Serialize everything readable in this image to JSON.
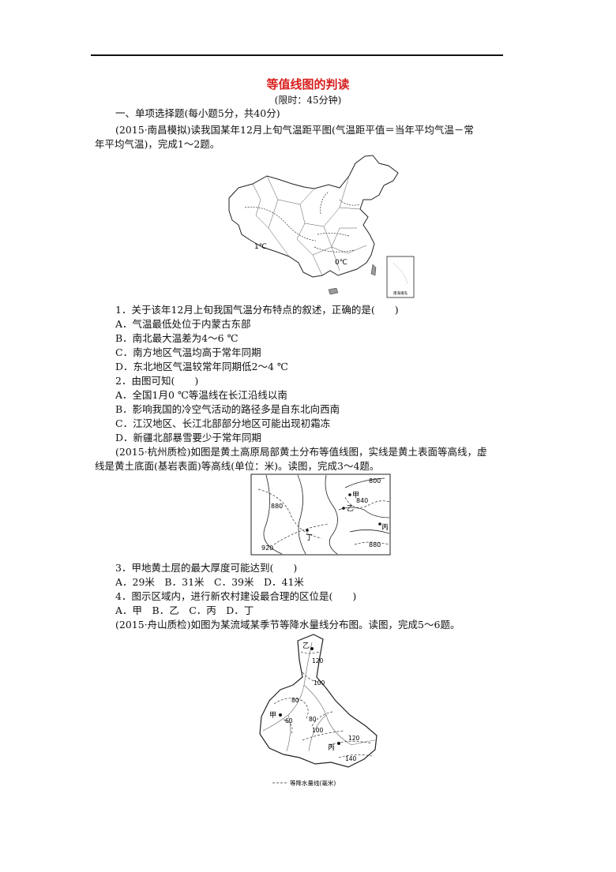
{
  "doc": {
    "title": "等值线图的判读",
    "subtitle": "(限时：45分钟)",
    "section": "一、单项选择题(每小题5分，共40分)"
  },
  "q12": {
    "intro_line1": "(2015·南昌模拟)读我国某年12月上旬气温距平图(气温距平值＝当年平均气温－常",
    "intro_line2": "年平均气温)，完成1～2题。",
    "map_labels": {
      "iso1": "1℃",
      "iso0": "0℃",
      "inset": "南海诸岛"
    },
    "q1": {
      "stem": "1．关于该年12月上旬我国气温分布特点的叙述，正确的是(　　)",
      "options": [
        "A．气温最低处位于内蒙古东部",
        "B．南北最大温差为4～6 ℃",
        "C．南方地区气温均高于常年同期",
        "D．东北地区气温较常年同期低2～4 ℃"
      ]
    },
    "q2": {
      "stem": "2．由图可知(　　)",
      "options": [
        "A．全国1月0 ℃等温线在长江沿线以南",
        "B．影响我国的冷空气活动的路径多是自东北向西南",
        "C．江汉地区、长江北部部分地区可能出现初霜冻",
        "D．新疆北部暴雪要少于常年同期"
      ]
    }
  },
  "q34": {
    "intro_line1": "(2015·杭州质检)如图是黄土高原局部黄土分布等值线图，实线是黄土表面等高线，虚",
    "intro_line2": "线是黄土底面(基岩表面)等高线(单位：米)。读图，完成3～4题。",
    "map_labels": {
      "v800": "800",
      "v840": "840",
      "v880a": "880",
      "v880b": "880",
      "v920": "920",
      "jia": "甲",
      "yi": "乙",
      "bing": "丙",
      "ding": "丁"
    },
    "q3": {
      "stem": "3．甲地黄土层的最大厚度可能达到(　　)",
      "options": "A．29米　B．31米　C．39米　D．41米"
    },
    "q4": {
      "stem": "4．图示区域内，进行新农村建设最合理的区位是(　　)",
      "options": "A．甲　B．乙　C．丙　D．丁"
    }
  },
  "q56": {
    "intro": "(2015·舟山质检)如图为某流域某季节等降水量线分布图。读图，完成5～6题。",
    "map_labels": {
      "v120a": "120",
      "v100a": "100",
      "v80a": "80",
      "v60": "60",
      "v80b": "80",
      "v100b": "100",
      "v120b": "120",
      "v140": "140",
      "jia": "甲",
      "yi": "乙",
      "bing": "丙"
    },
    "legend": "等降水量线(毫米)"
  }
}
